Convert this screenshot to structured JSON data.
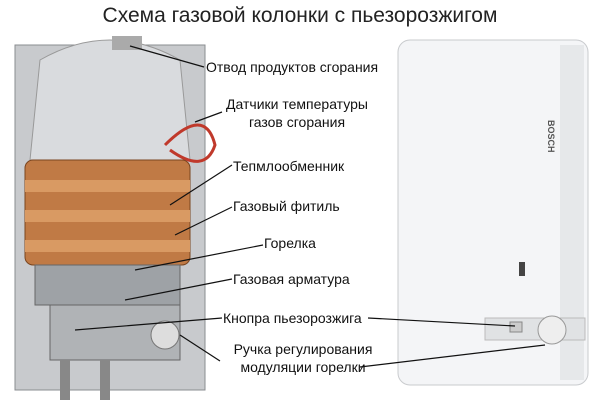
{
  "title": "Схема газовой колонки с пьезорозжигом",
  "labels": {
    "flue": "Отвод продуктов сгорания",
    "sensors_1": "Датчики температуры",
    "sensors_2": "газов сгорания",
    "heat_exchanger": "Тепмлообменник",
    "pilot": "Газовый фитиль",
    "burner": "Горелка",
    "gas_valve": "Газовая арматура",
    "piezo": "Кнопра пьезорозжига",
    "knob_1": "Ручка регулирования",
    "knob_2": "модуляции горелки"
  },
  "heater_brand": "BOSCH",
  "colors": {
    "copper": "#c07a45",
    "frame": "#b9bcc0",
    "heater_body": "#f4f5f7",
    "wire": "#c0392b"
  }
}
